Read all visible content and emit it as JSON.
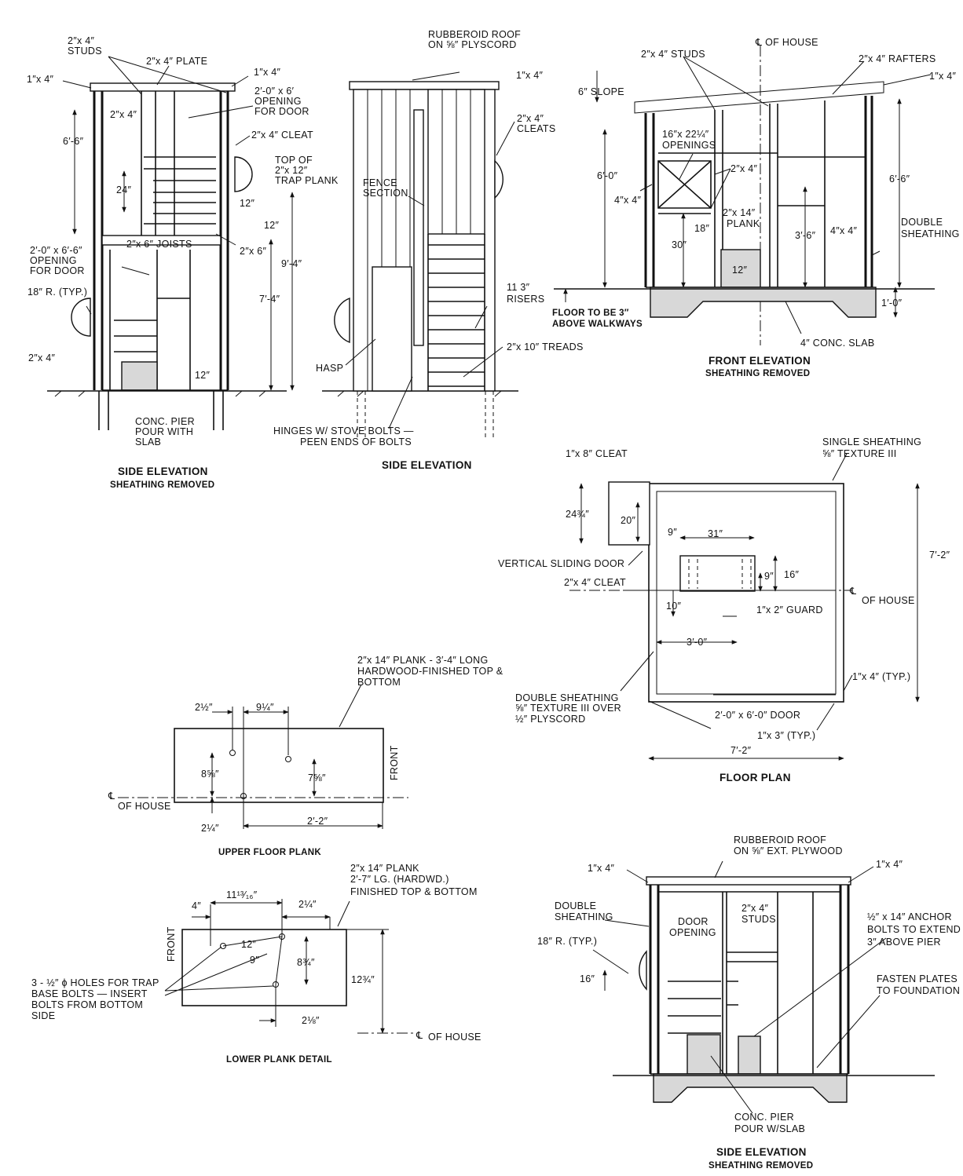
{
  "views": {
    "side_elevation_1": {
      "title": "SIDE ELEVATION",
      "subtitle": "SHEATHING REMOVED",
      "labels": {
        "studs_a": "2″x 4″",
        "studs_b": "STUDS",
        "plate": "2″x 4″ PLATE",
        "board_left": "1″x 4″",
        "board_right": "1″x 4″",
        "open_a": "2′-0″ x 6′",
        "open_b": "OPENING",
        "open_c": "FOR DOOR",
        "stud_inner": "2″x 4″",
        "cleat": "2″x 4″  CLEAT",
        "dim_66": "6′-6″",
        "trap_a": "TOP OF",
        "trap_b": "2″x 12″",
        "trap_c": "TRAP PLANK",
        "dim_24": "24″",
        "dim_12a": "12″",
        "dim_12b": "12″",
        "joists": "2″x 6″ JOISTS",
        "joist_r": "2″x 6″",
        "dim_94": "9′-4″",
        "door_a": "2′-0″ x 6′-6″",
        "door_b": "OPENING",
        "door_c": "FOR DOOR",
        "radius": "18″ R. (TYP.)",
        "dim_74": "7′-4″",
        "stud_low": "2″x 4″",
        "dim_12c": "12″",
        "pier_a": "CONC. PIER",
        "pier_b": "POUR WITH",
        "pier_c": "SLAB"
      }
    },
    "side_elevation_2": {
      "title": "SIDE ELEVATION",
      "labels": {
        "roof_a": "RUBBEROID ROOF",
        "roof_b": "ON ⅝″ PLYSCORD",
        "board": "1″x 4″",
        "cleats_a": "2″x 4″",
        "cleats_b": "CLEATS",
        "fence_a": "FENCE",
        "fence_b": "SECTION",
        "risers_a": "11  3″",
        "risers_b": "RISERS",
        "treads": "2″x 10″ TREADS",
        "hasp": "HASP",
        "hinge_a": "HINGES W/ STOVE BOLTS —",
        "hinge_b": "PEEN ENDS OF BOLTS"
      }
    },
    "front_elevation": {
      "title": "FRONT ELEVATION",
      "subtitle": "SHEATHING REMOVED",
      "labels": {
        "cl": "℄ OF HOUSE",
        "studs": "2″x 4″ STUDS",
        "rafters": "2″x 4″ RAFTERS",
        "board": "1″x 4″",
        "slope": "6″ SLOPE",
        "open_a": "16″x 22¼″",
        "open_b": "OPENINGS",
        "stud_inner": "2″x 4″",
        "dim_60": "6′-0″",
        "stud_left": "4″x 4″",
        "plank_a": "2″x 14″",
        "plank_b": "PLANK",
        "dim_18": "18″",
        "dim_30": "30″",
        "dim_36": "3′-6″",
        "dim_12": "12″",
        "dim_66": "6′-6″",
        "stud_right": "4″x 4″",
        "sheath_a": "DOUBLE",
        "sheath_b": "SHEATHING",
        "floor_a": "FLOOR TO BE 3″",
        "floor_b": "ABOVE WALKWAYS",
        "dim_10": "1′-0″",
        "slab": "4″ CONC. SLAB"
      }
    },
    "floor_plan": {
      "title": "FLOOR PLAN",
      "labels": {
        "single_a": "SINGLE SHEATHING",
        "single_b": "⅝″ TEXTURE III",
        "cleat_top": "1″x 8″ CLEAT",
        "dim_2434": "24¾″",
        "dim_20": "20″",
        "dim_9a": "9″",
        "dim_31": "31″",
        "sliding": "VERTICAL SLIDING DOOR",
        "dim_9b": "9″",
        "dim_16": "16″",
        "cleat_low": "2″x 4″ CLEAT",
        "dim_72v": "7′-2″",
        "cl": "℄",
        "cl_b": "OF HOUSE",
        "dim_10": "10″",
        "guard": "1″x 2″ GUARD",
        "dim_30": "3′-0″",
        "double_a": "DOUBLE SHEATHING",
        "double_b": "⅝″ TEXTURE III OVER",
        "double_c": "½″ PLYSCORD",
        "typ_a": "1″x 4″ (TYP.)",
        "door": "2′-0″ x 6′-0″ DOOR",
        "typ_b": "1″x 3″ (TYP.)",
        "dim_72h": "7′-2″"
      }
    },
    "upper_plank": {
      "title": "UPPER FLOOR PLANK",
      "labels": {
        "note_a": "2″x 14″ PLANK - 3′-4″ LONG",
        "note_b": "HARDWOOD-FINISHED TOP &",
        "note_c": "BOTTOM",
        "dim_212": "2½″",
        "dim_914": "9¼″",
        "front": "FRONT",
        "dim_858": "8⅝″",
        "dim_758": "7⅝″",
        "cl": "℄",
        "cl_b": "OF HOUSE",
        "dim_214": "2¼″",
        "dim_22": "2′-2″"
      }
    },
    "lower_plank": {
      "title": "LOWER PLANK DETAIL",
      "labels": {
        "note_a": "2″x 14″ PLANK",
        "note_b": "2′-7″ LG. (HARDWD.)",
        "note_c": "FINISHED TOP & BOTTOM",
        "dim_4": "4″",
        "dim_1113": "11¹³⁄₁₆″",
        "dim_214": "2¼″",
        "front": "FRONT",
        "dim_12": "12″",
        "dim_9": "9″",
        "dim_834": "8¾″",
        "dim_1234": "12¾″",
        "holes_a": "3 - ½″ ϕ HOLES FOR TRAP",
        "holes_b": "BASE BOLTS — INSERT",
        "holes_c": "BOLTS FROM BOTTOM",
        "holes_d": "SIDE",
        "dim_218": "2⅛″",
        "cl": "℄",
        "cl_b": "OF HOUSE"
      }
    },
    "side_elevation_3": {
      "title": "SIDE ELEVATION",
      "subtitle": "SHEATHING REMOVED",
      "labels": {
        "roof_a": "RUBBEROID ROOF",
        "roof_b": "ON ⅝″ EXT. PLYWOOD",
        "board_l": "1″x 4″",
        "board_r": "1″x 4″",
        "double_a": "DOUBLE",
        "double_b": "SHEATHING",
        "door_a": "DOOR",
        "door_b": "OPENING",
        "studs_a": "2″x 4″",
        "studs_b": "STUDS",
        "anchor_a": "½″ x 14″ ANCHOR",
        "anchor_b": "BOLTS TO EXTEND",
        "anchor_c": "3″ ABOVE PIER",
        "radius": "18″ R. (TYP.)",
        "dim_16": "16″",
        "fasten_a": "FASTEN PLATES",
        "fasten_b": "TO FOUNDATION",
        "pier_a": "CONC. PIER",
        "pier_b": "POUR W/SLAB"
      }
    }
  }
}
